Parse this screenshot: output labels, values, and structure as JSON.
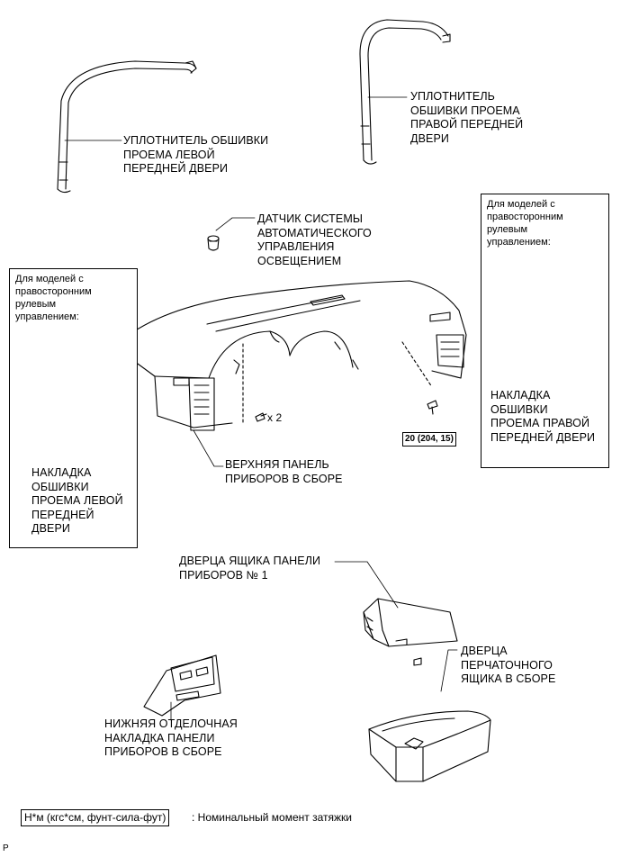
{
  "labels": {
    "left_weatherstrip": "УПЛОТНИТЕЛЬ ОБШИВКИ\nПРОЕМА ЛЕВОЙ\nПЕРЕДНЕЙ ДВЕРИ",
    "right_weatherstrip": "УПЛОТНИТЕЛЬ\nОБШИВКИ ПРОЕМА\nПРАВОЙ ПЕРЕДНЕЙ\nДВЕРИ",
    "light_sensor": "ДАТЧИК СИСТЕМЫ\nАВТОМАТИЧЕСКОГО\nУПРАВЛЕНИЯ\nОСВЕЩЕНИЕМ",
    "upper_panel": "ВЕРХНЯЯ ПАНЕЛЬ\nПРИБОРОВ В СБОРЕ",
    "left_garnish": "НАКЛАДКА\nОБШИВКИ\nПРОЕМА ЛЕВОЙ\nПЕРЕДНЕЙ\nДВЕРИ",
    "right_garnish": "НАКЛАДКА\nОБШИВКИ\nПРОЕМА ПРАВОЙ\nПЕРЕДНЕЙ ДВЕРИ",
    "compartment_door": "ДВЕРЦА ЯЩИКА ПАНЕЛИ\nПРИБОРОВ № 1",
    "glove_box": "ДВЕРЦА\nПЕРЧАТОЧНОГО\nЯЩИКА В СБОРЕ",
    "lower_finish": "НИЖНЯЯ ОТДЕЛОЧНАЯ\nНАКЛАДКА ПАНЕЛИ\nПРИБОРОВ В СБОРЕ",
    "rhd_note_left": "Для моделей с\nправосторонним\nрулевым\nуправлением:",
    "rhd_note_right": "Для моделей с\nправосторонним\nрулевым\nуправлением:",
    "screw_count": "x 2",
    "torque_value": "20 (204, 15)",
    "footer_code": "P"
  },
  "legend": {
    "unit": "Н*м (кгс*см, фунт-сила-фут)",
    "description": ": Номинальный момент затяжки"
  }
}
